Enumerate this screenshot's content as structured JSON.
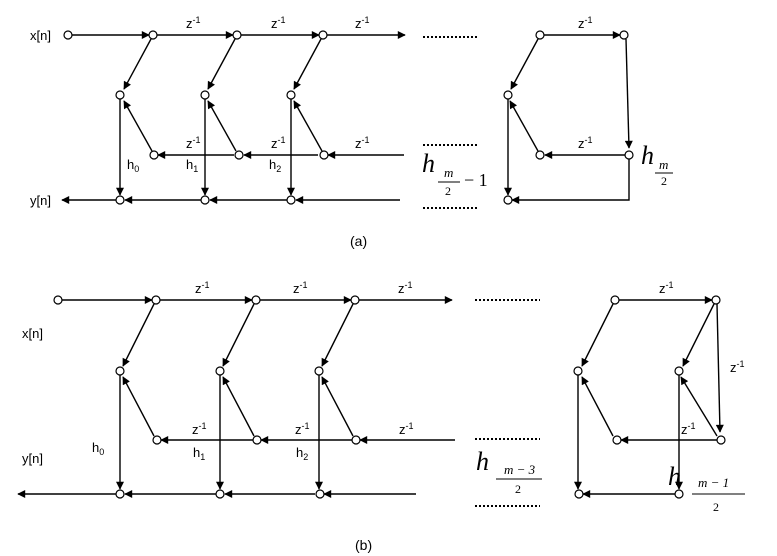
{
  "diagram_a": {
    "caption": "(a)",
    "input_label": "x[n]",
    "output_label": "y[n]",
    "delay_base": "z",
    "delay_exp": "-1",
    "coef_base": "h",
    "coef_subs": [
      "0",
      "1",
      "2"
    ],
    "mid_coef_num": "m",
    "mid_coef_den": "2",
    "mid_coef_tail": "− 1",
    "end_coef_num": "m",
    "end_coef_den": "2"
  },
  "diagram_b": {
    "caption": "(b)",
    "input_label": "x[n]",
    "output_label": "y[n]",
    "delay_base": "z",
    "delay_exp": "-1",
    "coef_base": "h",
    "coef_subs": [
      "0",
      "1",
      "2"
    ],
    "mid_coef_num": "m − 3",
    "mid_coef_den": "2",
    "end_coef_num": "m − 1",
    "end_coef_den": "2"
  },
  "colors": {
    "stroke": "#000000",
    "background": "#ffffff"
  }
}
